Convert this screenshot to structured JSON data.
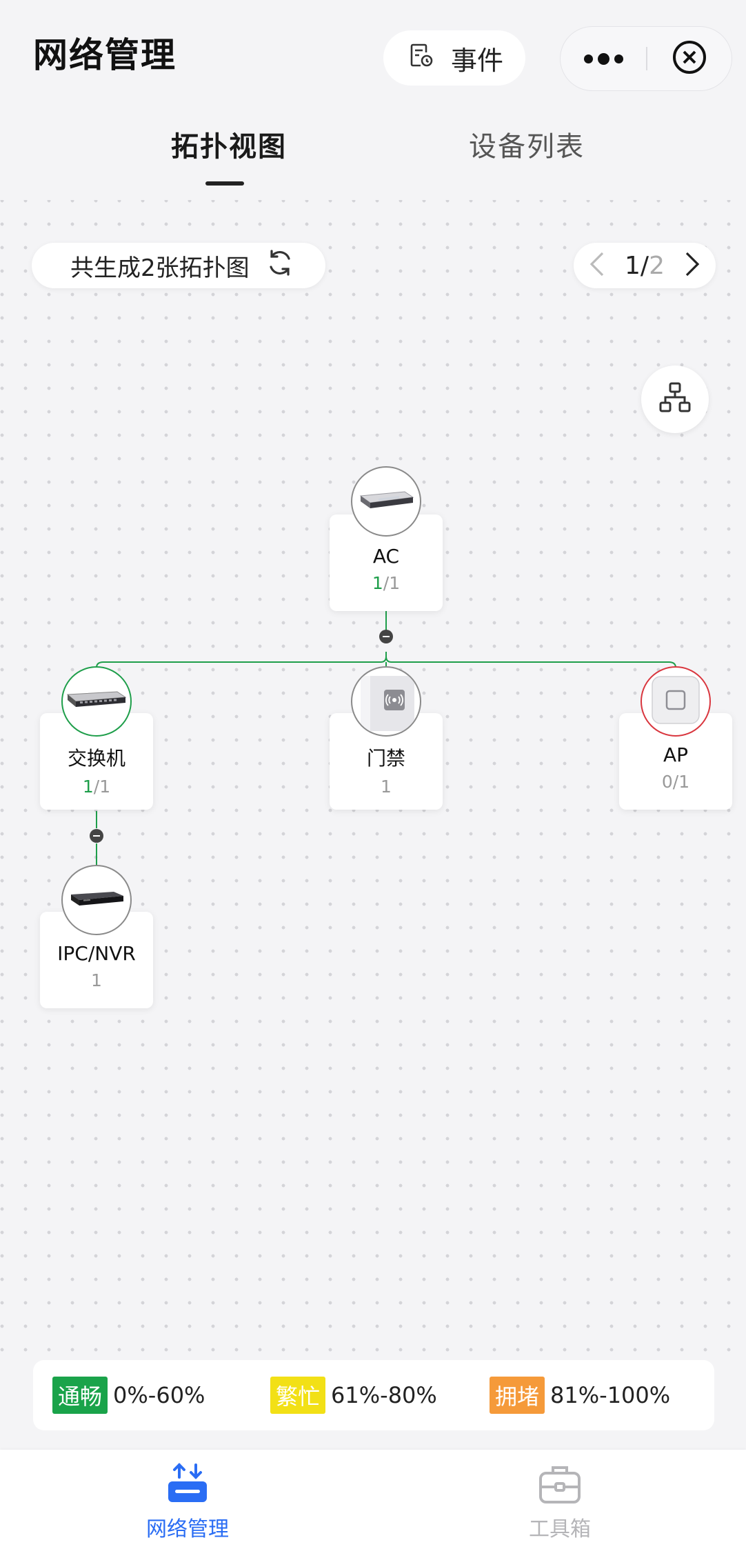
{
  "header": {
    "title": "网络管理",
    "event_label": "事件"
  },
  "tabs": [
    {
      "label": "拓扑视图",
      "active": true
    },
    {
      "label": "设备列表",
      "active": false
    }
  ],
  "toolbar": {
    "summary": "共生成2张拓扑图",
    "pager": {
      "current": "1",
      "separator": "/",
      "total": "2"
    }
  },
  "nodes": {
    "ac": {
      "name": "AC",
      "online": "1",
      "total": "/1"
    },
    "switch": {
      "name": "交换机",
      "online": "1",
      "total": "/1"
    },
    "door": {
      "name": "门禁",
      "count": "1"
    },
    "ap": {
      "name": "AP",
      "count": "0/1"
    },
    "ipc": {
      "name": "IPC/NVR",
      "count": "1"
    }
  },
  "legend": [
    {
      "tag": "通畅",
      "range": "0%-60%",
      "color": "#1aa34a"
    },
    {
      "tag": "繁忙",
      "range": "61%-80%",
      "color": "#f2e016"
    },
    {
      "tag": "拥堵",
      "range": "81%-100%",
      "color": "#f59a3a"
    }
  ],
  "bottom_nav": [
    {
      "label": "网络管理",
      "active": true,
      "color": "#2a6df4"
    },
    {
      "label": "工具箱",
      "active": false,
      "color": "#b5b5b8"
    }
  ],
  "colors": {
    "link": "#1e9e4a",
    "status_online": "#1e9e4a",
    "status_alarm": "#d9363e"
  }
}
